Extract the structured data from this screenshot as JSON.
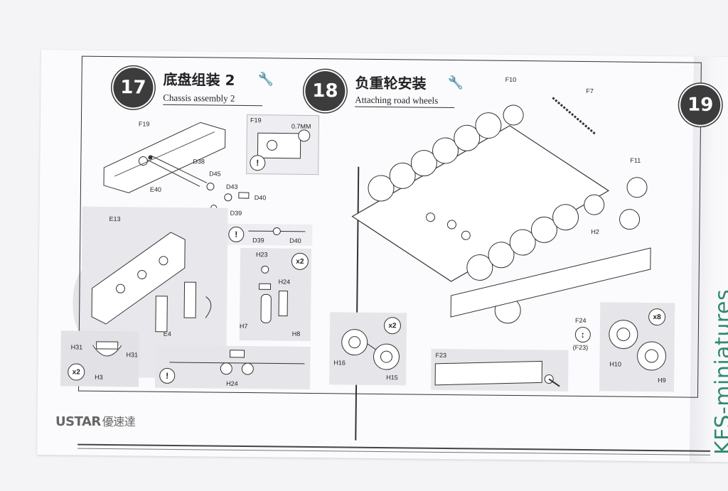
{
  "brand": {
    "logo_text": "USTAR",
    "logo_zh": "優速達"
  },
  "watermark": "KFS-miniatures",
  "step17": {
    "number": "17",
    "title_zh": "底盘组装 2",
    "title_en": "Chassis assembly 2",
    "parts": [
      "F19",
      "D38",
      "D45",
      "D43",
      "D40",
      "D39",
      "E40",
      "E13",
      "E4",
      "H31",
      "H3",
      "H23",
      "H24",
      "H7",
      "H8",
      "H24"
    ],
    "detail_labels": {
      "f19": "F19",
      "mm": "0.7MM",
      "d39": "D39",
      "d40": "D40"
    },
    "multipliers": {
      "h3": "x2",
      "h7": "x2"
    },
    "warn": "!"
  },
  "step18": {
    "number": "18",
    "title_zh": "负重轮安装",
    "title_en": "Attaching road wheels",
    "parts": [
      "F10",
      "F7",
      "F11",
      "H2",
      "F24",
      "(F23)",
      "H16",
      "H15",
      "F23",
      "H10",
      "H9"
    ],
    "multipliers": {
      "h16": "x2",
      "h10": "x8"
    }
  },
  "step19": {
    "number": "19"
  }
}
